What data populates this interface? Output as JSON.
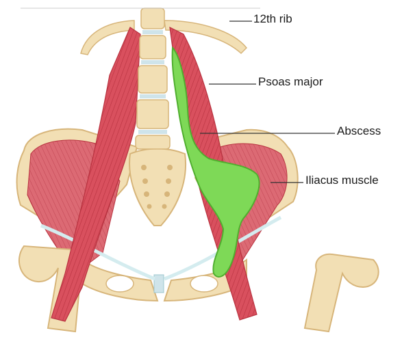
{
  "labels": {
    "rib": "12th rib",
    "psoas": "Psoas major",
    "abscess": "Abscess",
    "iliacus": "Iliacus muscle"
  },
  "colors": {
    "bone": "#f2dfb4",
    "bone_edge": "#d7b57a",
    "muscle": "#d9505e",
    "muscle_dark": "#b8323f",
    "abscess": "#7ed957",
    "abscess_edge": "#4fae2e",
    "disc": "#cfe4ea",
    "ligament": "#d4ecef"
  }
}
